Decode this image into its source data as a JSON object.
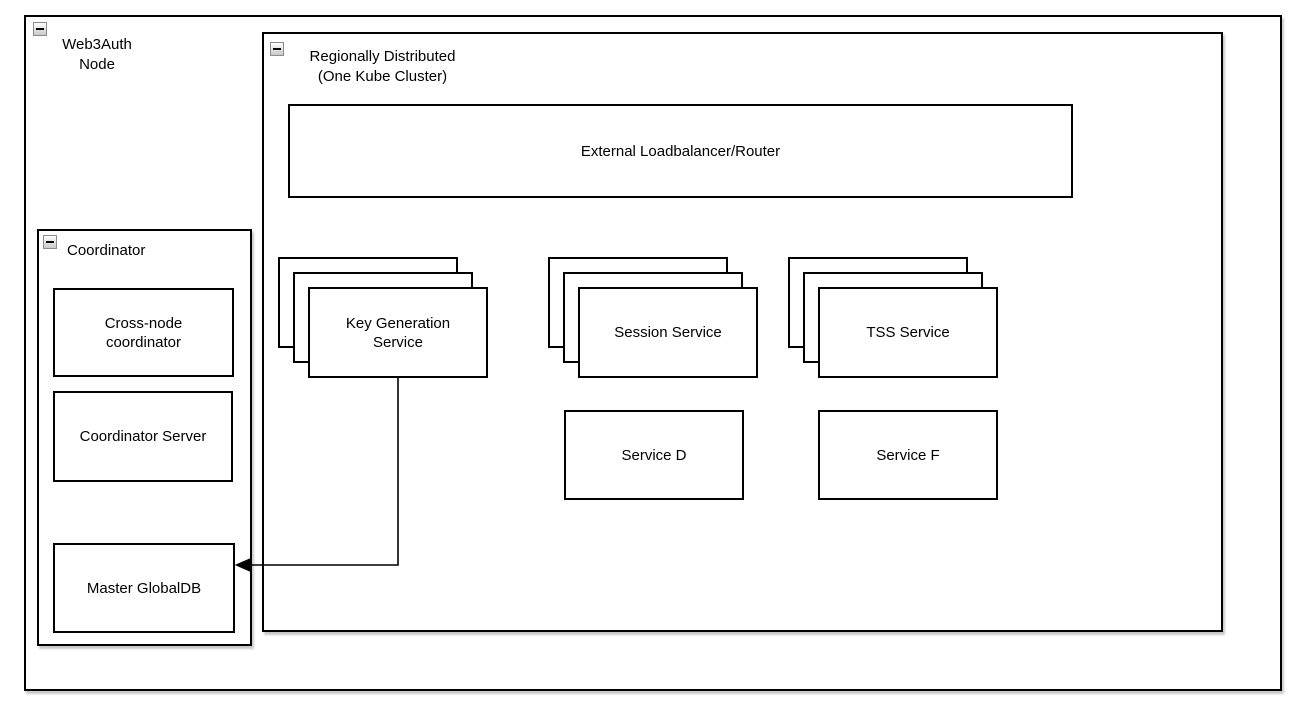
{
  "diagram": {
    "type": "architecture-diagram",
    "containers": {
      "web3auth_node": {
        "label": "Web3Auth\nNode",
        "collapse_icon": "minus"
      },
      "regionally_distributed": {
        "label": "Regionally Distributed\n(One Kube Cluster)",
        "collapse_icon": "minus"
      },
      "coordinator": {
        "label": "Coordinator",
        "collapse_icon": "minus"
      }
    },
    "nodes": {
      "external_loadbalancer": {
        "label": "External Loadbalancer/Router"
      },
      "key_generation_service": {
        "label": "Key Generation\nService",
        "stacked": true,
        "stack_count": 3
      },
      "session_service": {
        "label": "Session Service",
        "stacked": true,
        "stack_count": 3
      },
      "tss_service": {
        "label": "TSS Service",
        "stacked": true,
        "stack_count": 3
      },
      "service_d": {
        "label": "Service D"
      },
      "service_f": {
        "label": "Service F"
      },
      "cross_node_coordinator": {
        "label": "Cross-node\ncoordinator"
      },
      "coordinator_server": {
        "label": "Coordinator Server"
      },
      "master_globaldb": {
        "label": "Master GlobalDB"
      }
    },
    "edges": [
      {
        "from": "key_generation_service",
        "to": "master_globaldb",
        "style": "orthogonal",
        "arrowhead": "filled-triangle-left"
      }
    ],
    "colors": {
      "background": "#ffffff",
      "stroke": "#000000",
      "node_fill": "#ffffff",
      "shadow": "rgba(0,0,0,0.22)"
    }
  }
}
